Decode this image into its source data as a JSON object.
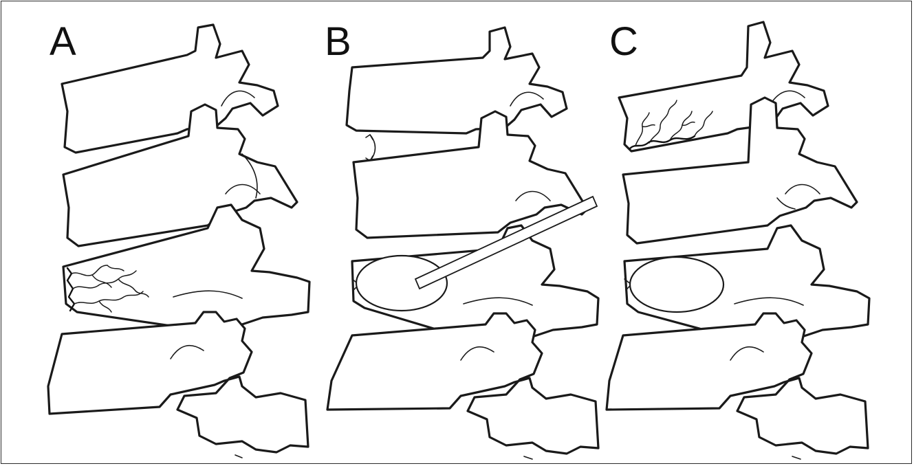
{
  "panels": [
    {
      "label": "A",
      "feature": "vertebral-body-fracture-lines"
    },
    {
      "label": "B",
      "feature": "balloon-cavity-with-cannula-and-height-restoration-arrow"
    },
    {
      "label": "C",
      "feature": "filled-cavity-with-adjacent-level-fracture"
    }
  ],
  "colors": {
    "line": "#1a1a1a",
    "background": "#ffffff",
    "border": "#2b2b2b"
  }
}
